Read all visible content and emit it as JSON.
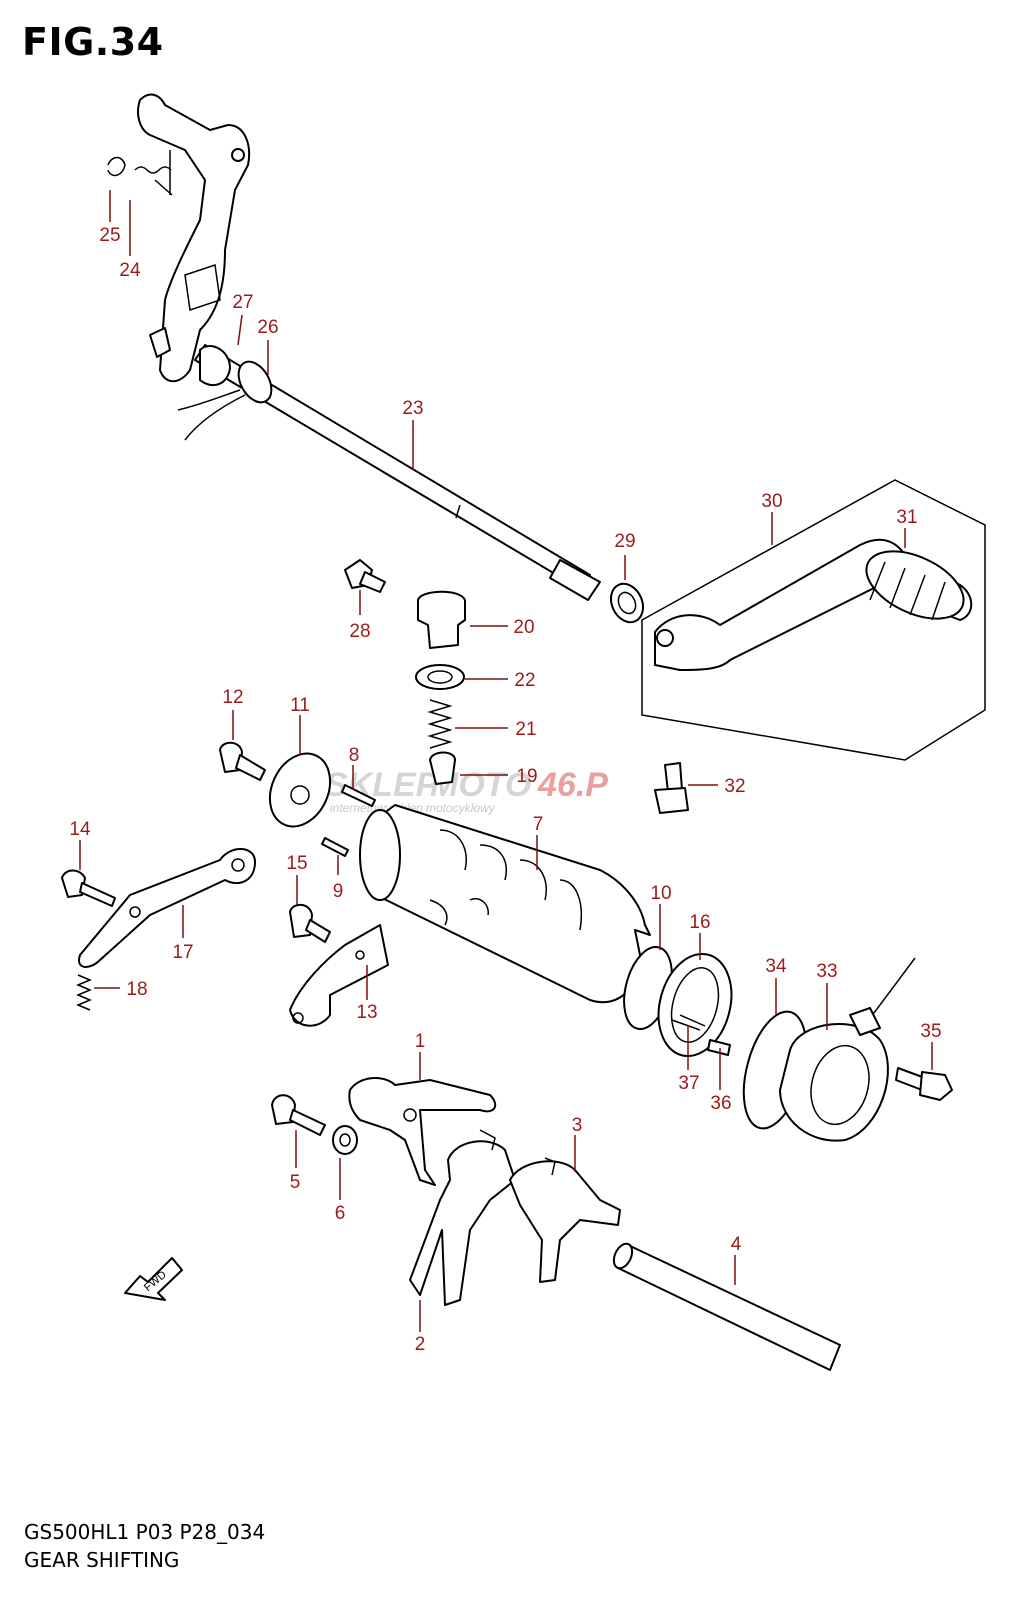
{
  "figure": {
    "title": "FIG.34",
    "model_code": "GS500HL1 P03 P28_034",
    "caption": "GEAR SHIFTING"
  },
  "watermark": {
    "text_a": "SKLEP",
    "text_b": "MOTO",
    "text_c": "46.P",
    "subtitle": "internetowy sklep motocyklowy",
    "colors": {
      "light": "#d5d5d5",
      "accent": "#e8a0a0"
    }
  },
  "direction_badge": {
    "label": "FWD"
  },
  "callout_color": "#9b1b1b",
  "callouts": [
    {
      "id": "c1",
      "label": "1"
    },
    {
      "id": "c2",
      "label": "2"
    },
    {
      "id": "c3",
      "label": "3"
    },
    {
      "id": "c4",
      "label": "4"
    },
    {
      "id": "c5",
      "label": "5"
    },
    {
      "id": "c6",
      "label": "6"
    },
    {
      "id": "c7",
      "label": "7"
    },
    {
      "id": "c8",
      "label": "8"
    },
    {
      "id": "c9",
      "label": "9"
    },
    {
      "id": "c10",
      "label": "10"
    },
    {
      "id": "c11",
      "label": "11"
    },
    {
      "id": "c12",
      "label": "12"
    },
    {
      "id": "c13",
      "label": "13"
    },
    {
      "id": "c14",
      "label": "14"
    },
    {
      "id": "c15",
      "label": "15"
    },
    {
      "id": "c16",
      "label": "16"
    },
    {
      "id": "c17",
      "label": "17"
    },
    {
      "id": "c18",
      "label": "18"
    },
    {
      "id": "c19",
      "label": "19"
    },
    {
      "id": "c20",
      "label": "20"
    },
    {
      "id": "c21",
      "label": "21"
    },
    {
      "id": "c22",
      "label": "22"
    },
    {
      "id": "c23",
      "label": "23"
    },
    {
      "id": "c24",
      "label": "24"
    },
    {
      "id": "c25",
      "label": "25"
    },
    {
      "id": "c26",
      "label": "26"
    },
    {
      "id": "c27",
      "label": "27"
    },
    {
      "id": "c28",
      "label": "28"
    },
    {
      "id": "c29",
      "label": "29"
    },
    {
      "id": "c30",
      "label": "30"
    },
    {
      "id": "c31",
      "label": "31"
    },
    {
      "id": "c32",
      "label": "32"
    },
    {
      "id": "c33",
      "label": "33"
    },
    {
      "id": "c34",
      "label": "34"
    },
    {
      "id": "c35",
      "label": "35"
    },
    {
      "id": "c36",
      "label": "36"
    },
    {
      "id": "c37",
      "label": "37"
    }
  ]
}
